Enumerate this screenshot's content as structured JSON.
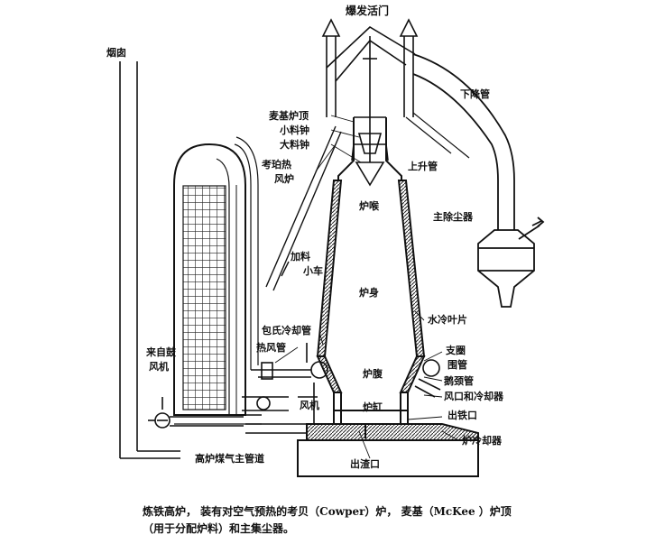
{
  "labels": {
    "explosion_valve": "爆发活门",
    "chimney": "烟囱",
    "downcomer": "下降管",
    "mckee_top": "麦基炉顶",
    "small_bell": "小料钟",
    "large_bell": "大料钟",
    "cowper_stove_1": "考珀热",
    "cowper_stove_2": "风炉",
    "uptake": "上升管",
    "throat": "炉喉",
    "dust_catcher": "主除尘器",
    "skip_car_1": "加料",
    "skip_car_2": "小车",
    "shaft": "炉身",
    "cooling_plates": "水冷叶片",
    "bosh_cooling_pipe": "包氏冷却管",
    "hot_blast_main": "热风管",
    "from_blower_1": "来自鼓",
    "from_blower_2": "风机",
    "bosh": "炉腹",
    "mantle": "支圈",
    "bustle_pipe": "围管",
    "gooseneck": "鹅颈管",
    "tuyere_cooler": "风口和冷却器",
    "tuyere": "风机",
    "hearth": "炉缸",
    "tap_hole": "出铁口",
    "hearth_cooler": "炉冷却器",
    "slag_notch": "出渣口",
    "gas_main": "高炉煤气主管道"
  },
  "caption": {
    "line1": "炼铁高炉， 装有对空气预热的考贝（Cowper）炉， 麦基（McKee ）炉顶",
    "line2": "（用于分配炉料）和主集尘器。"
  }
}
